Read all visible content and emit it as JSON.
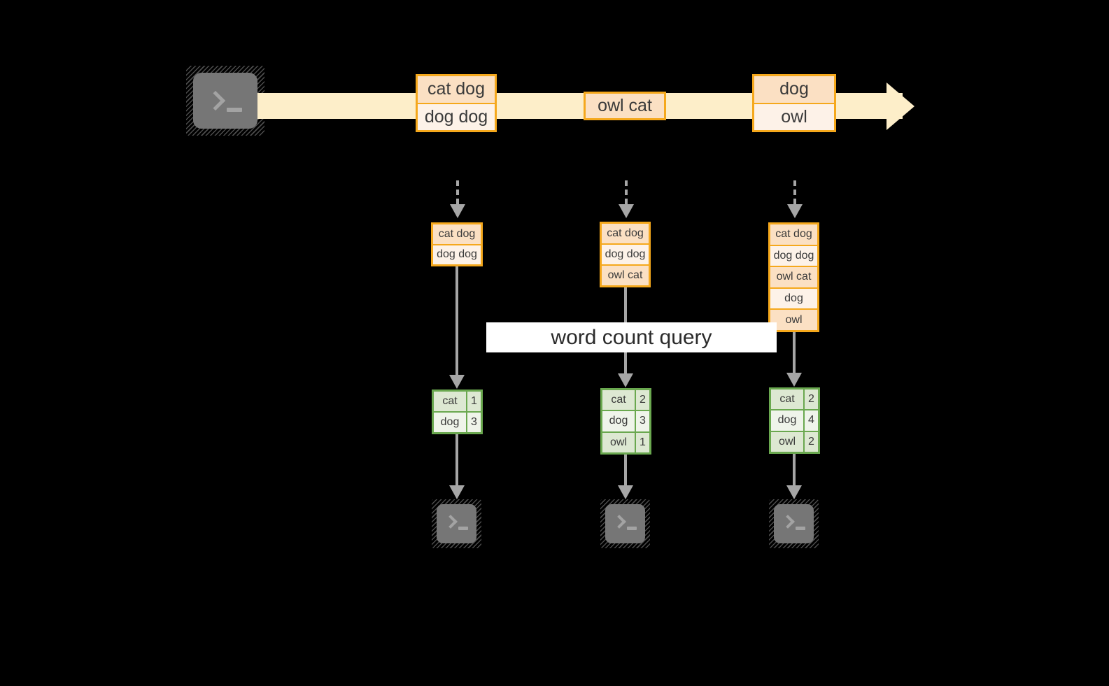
{
  "diagram": {
    "title": "word count query",
    "colors": {
      "stream_fill": "#fdeec9",
      "message_border": "#f5a81c",
      "message_fill_dark": "#fbe0c3",
      "message_fill_light": "#fdf2e8",
      "result_border": "#6aa84f",
      "result_fill_dark": "#dde8d2",
      "result_fill_light": "#eff4ea",
      "connector": "#a6a6a6",
      "terminal_fill": "#767676",
      "background": "#000000",
      "banner_fill": "#ffffff"
    },
    "producer": {
      "icon": "terminal-icon",
      "label": ""
    },
    "stream": {
      "messages": [
        {
          "lines": [
            "cat dog",
            "dog dog"
          ]
        },
        {
          "lines": [
            "owl cat"
          ]
        },
        {
          "lines": [
            "dog",
            "owl"
          ]
        }
      ]
    },
    "columns": [
      {
        "id": "t1",
        "input_log": [
          "cat dog",
          "dog dog"
        ],
        "result": {
          "rows": [
            {
              "word": "cat",
              "count": "1"
            },
            {
              "word": "dog",
              "count": "3"
            }
          ]
        },
        "consumer_icon": "terminal-icon"
      },
      {
        "id": "t2",
        "input_log": [
          "cat dog",
          "dog dog",
          "owl cat"
        ],
        "result": {
          "rows": [
            {
              "word": "cat",
              "count": "2"
            },
            {
              "word": "dog",
              "count": "3"
            },
            {
              "word": "owl",
              "count": "1"
            }
          ]
        },
        "consumer_icon": "terminal-icon"
      },
      {
        "id": "t3",
        "input_log": [
          "cat dog",
          "dog dog",
          "owl cat",
          "dog",
          "owl"
        ],
        "result": {
          "rows": [
            {
              "word": "cat",
              "count": "2"
            },
            {
              "word": "dog",
              "count": "4"
            },
            {
              "word": "owl",
              "count": "2"
            }
          ]
        },
        "consumer_icon": "terminal-icon"
      }
    ]
  }
}
